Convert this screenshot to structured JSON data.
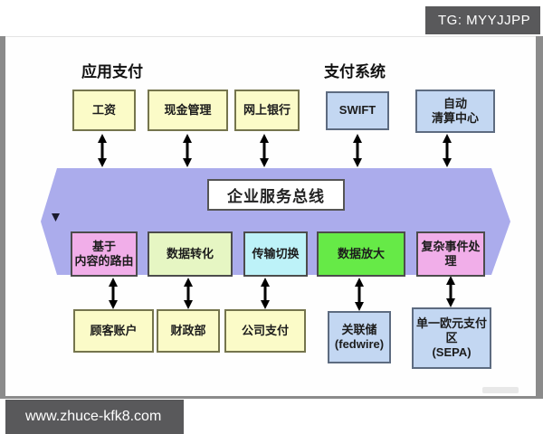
{
  "badges": {
    "telegram": "TG: MYYJJPP",
    "website": "www.zhuce-kfk8.com"
  },
  "headers": {
    "left": "应用支付",
    "right": "支付系统"
  },
  "bus": {
    "label": "企业服务总线"
  },
  "nodes": {
    "top_row": [
      {
        "label": "工资"
      },
      {
        "label": "现金管理"
      },
      {
        "label": "网上银行"
      },
      {
        "label": "SWIFT"
      },
      {
        "label": "自动\n清算中心"
      }
    ],
    "middle_row": [
      {
        "label": "基于\n内容的路由"
      },
      {
        "label": "数据转化"
      },
      {
        "label": "传输切换"
      },
      {
        "label": "数据放大"
      },
      {
        "label": "复杂事件处\n理"
      }
    ],
    "bottom_row": [
      {
        "label": "顾客账户"
      },
      {
        "label": "财政部"
      },
      {
        "label": "公司支付"
      },
      {
        "label": "关联储\n(fedwire)"
      },
      {
        "label": "单一欧元支付\n区\n(SEPA)"
      }
    ]
  },
  "colors": {
    "bus_band": "#abacec",
    "app_node": "#fbfbc8",
    "system_node": "#c3d7f2",
    "routing_node": "#f1aee9",
    "transform_node": "#e6f6c3",
    "switch_node": "#bdf2f8",
    "amplify_node": "#66ea47",
    "badge_bg": "#59595b"
  }
}
